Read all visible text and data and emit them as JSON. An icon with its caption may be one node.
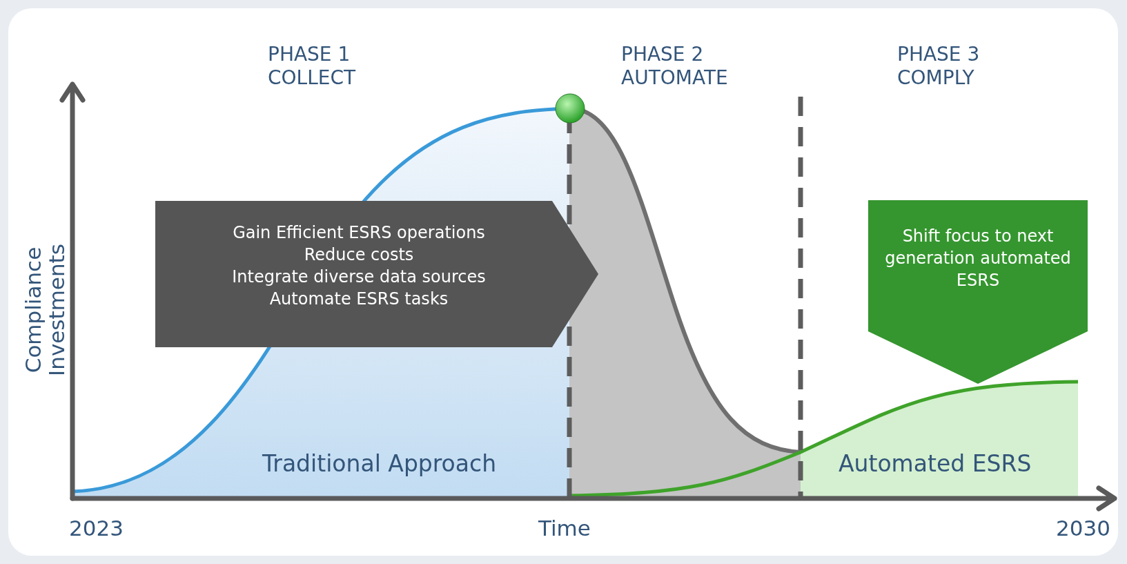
{
  "diagram": {
    "nodes": [
      {
        "text": [
          "Gain Efficient ESRS operations",
          "Reduce costs",
          "Integrate diverse data sources",
          "Automate ESRS tasks"
        ]
      },
      {
        "text": [
          "Shift focus to next generation automated ESRS"
        ]
      }
    ],
    "labels": [
      "PHASE 1 COLLECT",
      "PHASE 2 AUTOMATE",
      "PHASE 3 COMPLY",
      "Compliance Investments",
      "Traditional Approach",
      "Automated ESRS",
      "2023",
      "Time",
      "2030"
    ]
  }
}
